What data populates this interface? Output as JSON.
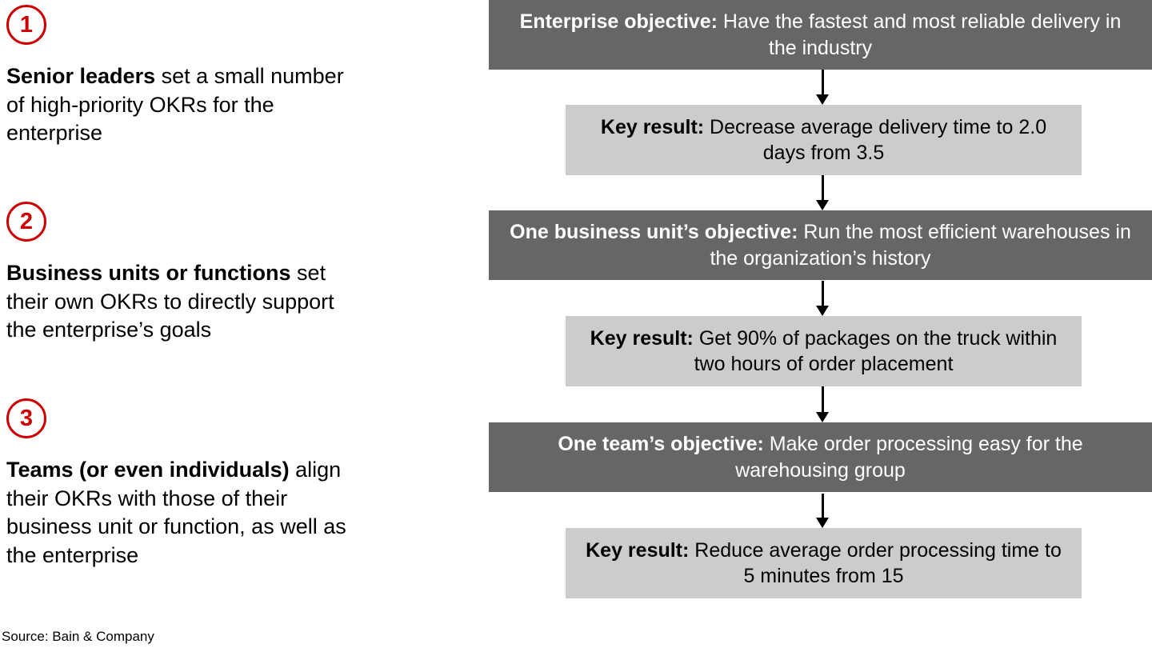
{
  "steps": [
    {
      "number": "1",
      "bold": "Senior leaders",
      "rest": " set a small number of high-priority OKRs for the enterprise"
    },
    {
      "number": "2",
      "bold": "Business units or functions",
      "rest": " set their own OKRs to directly support the enterprise’s goals"
    },
    {
      "number": "3",
      "bold": "Teams (or even individuals)",
      "rest": " align their OKRs with those of their business unit or function, as well as the enterprise"
    }
  ],
  "flow": {
    "nodes": [
      {
        "kind": "objective",
        "label": "Enterprise objective:",
        "text": " Have the fastest and most reliable delivery in the industry"
      },
      {
        "kind": "key-result",
        "label": "Key result:",
        "text": " Decrease average delivery time to 2.0 days from 3.5"
      },
      {
        "kind": "objective",
        "label": "One business unit’s objective:",
        "text": " Run the most efficient warehouses in the organization’s history"
      },
      {
        "kind": "key-result",
        "label": "Key result:",
        "text": " Get 90% of packages on the truck within two hours of order placement"
      },
      {
        "kind": "objective",
        "label": "One team’s objective:",
        "text": " Make order processing easy for the warehousing group"
      },
      {
        "kind": "key-result",
        "label": "Key result:",
        "text": " Reduce average order processing time to 5 minutes from 15"
      }
    ]
  },
  "source": "Source: Bain & Company",
  "colors": {
    "badge_red": "#cc0000",
    "objective_bg": "#666666",
    "objective_fg": "#ffffff",
    "key_result_bg": "#cccccc",
    "key_result_fg": "#000000",
    "arrow": "#000000",
    "page_bg": "#ffffff"
  }
}
